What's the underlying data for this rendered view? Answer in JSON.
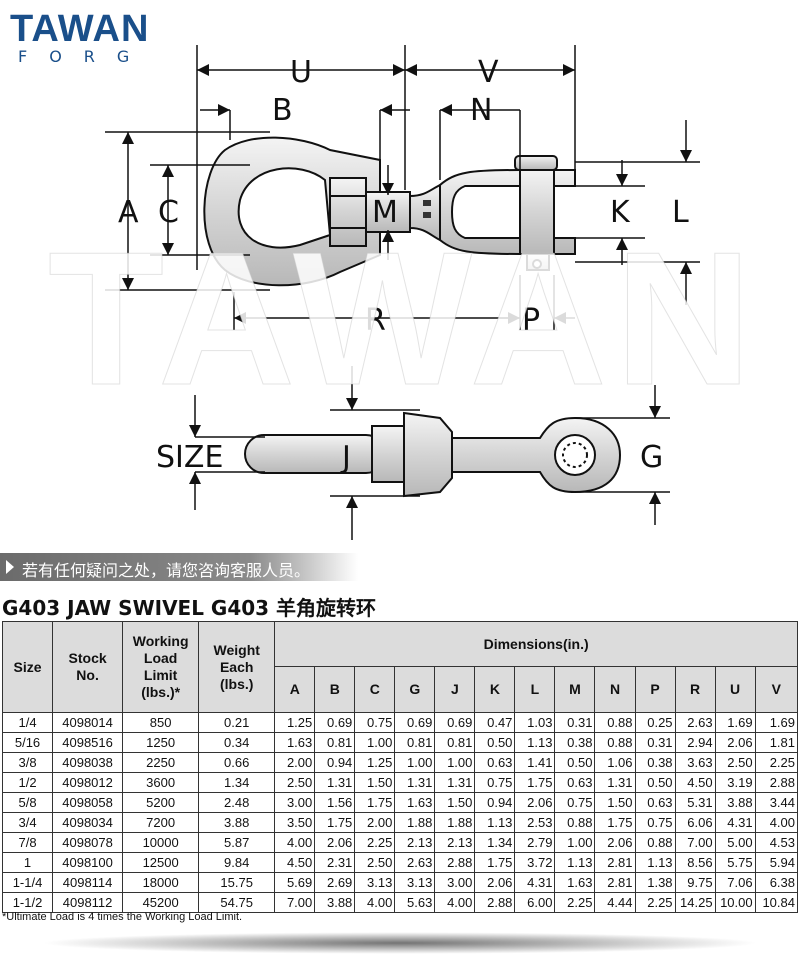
{
  "brand": {
    "line1": "TAWAN",
    "line2": "FORG"
  },
  "watermark": "TAWAN",
  "diagram": {
    "labels": {
      "U": "U",
      "V": "V",
      "B": "B",
      "N": "N",
      "A": "A",
      "C": "C",
      "M": "M",
      "K": "K",
      "L": "L",
      "R": "R",
      "P": "P",
      "SIZE": "SIZE",
      "J": "J",
      "G": "G"
    }
  },
  "notice": "若有任何疑问之处，请您咨询客服人员。",
  "title": "G403 JAW SWIVEL G403 羊角旋转环",
  "table": {
    "headers": {
      "size": "Size",
      "stock": [
        "Stock",
        "No."
      ],
      "wll": [
        "Working",
        "Load",
        "Limit",
        "(lbs.)*"
      ],
      "weight": [
        "Weight",
        "Each",
        "(lbs.)"
      ],
      "dimensions": "Dimensions(in.)",
      "dims": [
        "A",
        "B",
        "C",
        "G",
        "J",
        "K",
        "L",
        "M",
        "N",
        "P",
        "R",
        "U",
        "V"
      ]
    },
    "rows": [
      [
        "1/4",
        "4098014",
        "850",
        "0.21",
        "1.25",
        "0.69",
        "0.75",
        "0.69",
        "0.69",
        "0.47",
        "1.03",
        "0.31",
        "0.88",
        "0.25",
        "2.63",
        "1.69",
        "1.69"
      ],
      [
        "5/16",
        "4098516",
        "1250",
        "0.34",
        "1.63",
        "0.81",
        "1.00",
        "0.81",
        "0.81",
        "0.50",
        "1.13",
        "0.38",
        "0.88",
        "0.31",
        "2.94",
        "2.06",
        "1.81"
      ],
      [
        "3/8",
        "4098038",
        "2250",
        "0.66",
        "2.00",
        "0.94",
        "1.25",
        "1.00",
        "1.00",
        "0.63",
        "1.41",
        "0.50",
        "1.06",
        "0.38",
        "3.63",
        "2.50",
        "2.25"
      ],
      [
        "1/2",
        "4098012",
        "3600",
        "1.34",
        "2.50",
        "1.31",
        "1.50",
        "1.31",
        "1.31",
        "0.75",
        "1.75",
        "0.63",
        "1.31",
        "0.50",
        "4.50",
        "3.19",
        "2.88"
      ],
      [
        "5/8",
        "4098058",
        "5200",
        "2.48",
        "3.00",
        "1.56",
        "1.75",
        "1.63",
        "1.50",
        "0.94",
        "2.06",
        "0.75",
        "1.50",
        "0.63",
        "5.31",
        "3.88",
        "3.44"
      ],
      [
        "3/4",
        "4098034",
        "7200",
        "3.88",
        "3.50",
        "1.75",
        "2.00",
        "1.88",
        "1.88",
        "1.13",
        "2.53",
        "0.88",
        "1.75",
        "0.75",
        "6.06",
        "4.31",
        "4.00"
      ],
      [
        "7/8",
        "4098078",
        "10000",
        "5.87",
        "4.00",
        "2.06",
        "2.25",
        "2.13",
        "2.13",
        "1.34",
        "2.79",
        "1.00",
        "2.06",
        "0.88",
        "7.00",
        "5.00",
        "4.53"
      ],
      [
        "1",
        "4098100",
        "12500",
        "9.84",
        "4.50",
        "2.31",
        "2.50",
        "2.63",
        "2.88",
        "1.75",
        "3.72",
        "1.13",
        "2.81",
        "1.13",
        "8.56",
        "5.75",
        "5.94"
      ],
      [
        "1-1/4",
        "4098114",
        "18000",
        "15.75",
        "5.69",
        "2.69",
        "3.13",
        "3.13",
        "3.00",
        "2.06",
        "4.31",
        "1.63",
        "2.81",
        "1.38",
        "9.75",
        "7.06",
        "6.38"
      ],
      [
        "1-1/2",
        "4098112",
        "45200",
        "54.75",
        "7.00",
        "3.88",
        "4.00",
        "5.63",
        "4.00",
        "2.88",
        "6.00",
        "2.25",
        "4.44",
        "2.25",
        "14.25",
        "10.00",
        "10.84"
      ]
    ]
  },
  "footnote": "*Ultimate Load is 4 times the Working Load Limit.",
  "colors": {
    "brand": "#1a4f8a",
    "header_bg": "#dcdcdc",
    "notice_bg": "#7a7a7a"
  }
}
